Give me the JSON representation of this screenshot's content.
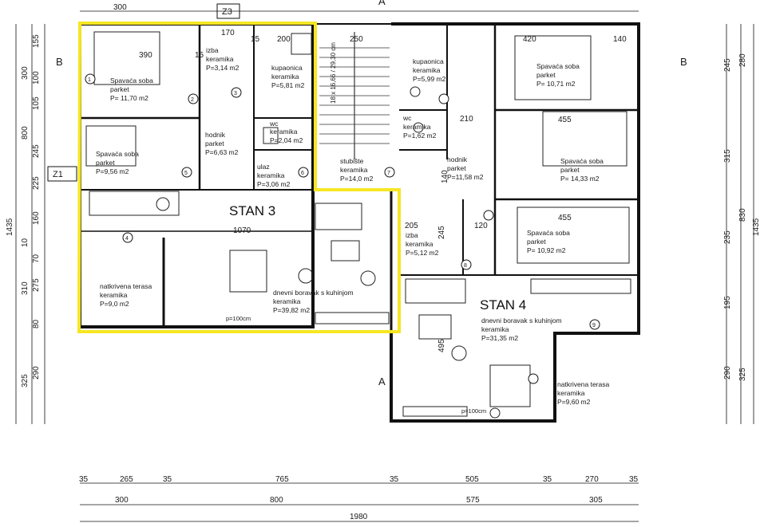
{
  "apartments": [
    {
      "key": "stan3",
      "label": "STAN 3",
      "highlight": "#f5e623"
    },
    {
      "key": "stan4",
      "label": "STAN 4"
    }
  ],
  "section_markers": {
    "left_b": "B",
    "right_b": "B",
    "a_top": "A",
    "a_bottom": "A",
    "z3": "Z3",
    "z1": "Z1"
  },
  "rooms_stan3": [
    {
      "name": "Spavaća soba",
      "floor": "parket",
      "area": "P= 11,70 m2"
    },
    {
      "name": "izba",
      "floor": "keramika",
      "area": "P=3,14 m2"
    },
    {
      "name": "kupaonica",
      "floor": "keramika",
      "area": "P=5,81 m2"
    },
    {
      "name": "hodnik",
      "floor": "parket",
      "area": "P=6,63 m2"
    },
    {
      "name": "wc",
      "floor": "keramika",
      "area": "P=2,04 m2"
    },
    {
      "name": "Spavaća soba",
      "floor": "parket",
      "area": "P=9,56 m2"
    },
    {
      "name": "ulaz",
      "floor": "keramika",
      "area": "P=3,06 m2"
    },
    {
      "name": "stubište",
      "floor": "keramika",
      "area": "P=14,0 m2"
    },
    {
      "name": "natkrivena terasa",
      "floor": "keramika",
      "area": "P=9,0 m2"
    },
    {
      "name": "dnevni boravak s kuhinjom",
      "floor": "keramika",
      "area": "P=39,82 m2"
    }
  ],
  "rooms_stan4": [
    {
      "name": "kupaonica",
      "floor": "keramika",
      "area": "P=5,99 m2"
    },
    {
      "name": "Spavaća soba",
      "floor": "parket",
      "area": "P= 10,71 m2"
    },
    {
      "name": "wc",
      "floor": "keramika",
      "area": "P=1,62 m2"
    },
    {
      "name": "hodnik",
      "floor": "parket",
      "area": "P=11,58 m2"
    },
    {
      "name": "Spavaća soba",
      "floor": "parket",
      "area": "P= 14,33 m2"
    },
    {
      "name": "izba",
      "floor": "keramika",
      "area": "P=5,12 m2"
    },
    {
      "name": "Spavaća soba",
      "floor": "parket",
      "area": "P= 10,92 m2"
    },
    {
      "name": "dnevni boravak s kuhinjom",
      "floor": "keramika",
      "area": "P=31,35 m2"
    },
    {
      "name": "natkrivena terasa",
      "floor": "keramika",
      "area": "P=9,60 m2"
    }
  ],
  "stair_label": "18 x 16,66 / 29,30 cm",
  "dims_bottom_row1": [
    "35",
    "265",
    "35",
    "765",
    "35",
    "505",
    "35",
    "270",
    "35"
  ],
  "dims_bottom_row2": [
    "300",
    "800",
    "575",
    "305"
  ],
  "dims_bottom_total": "1980",
  "dims_top": [
    "300",
    "170",
    "200",
    "250",
    "420",
    "140"
  ],
  "dims_left_inner": [
    "155",
    "100",
    "105",
    "245",
    "225",
    "160",
    "70",
    "275",
    "80",
    "290"
  ],
  "dims_left_outer": [
    "300",
    "800",
    "10",
    "310",
    "325"
  ],
  "dims_left_total": "1435",
  "dims_right_inner": [
    "245",
    "315",
    "235",
    "195",
    "290"
  ],
  "dims_right_outer": [
    "280",
    "830",
    "325"
  ],
  "dims_right_total": "1435",
  "interior_dims": [
    "390",
    "15",
    "15",
    "1070",
    "205",
    "120",
    "455",
    "455",
    "210",
    "245",
    "495",
    "140"
  ],
  "rail_label": "p=100cm",
  "step_labels": [
    "1",
    "2",
    "3",
    "4",
    "5",
    "6",
    "7",
    "8",
    "9"
  ]
}
